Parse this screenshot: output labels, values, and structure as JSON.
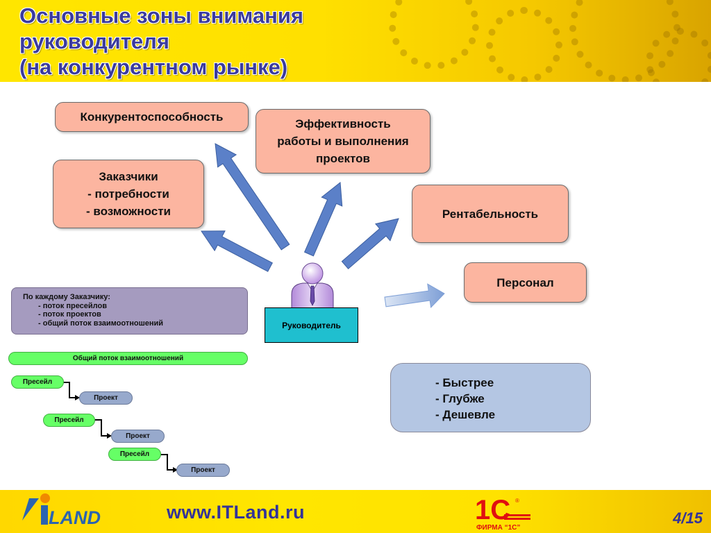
{
  "title": {
    "line1": "Основные зоны внимания",
    "line2": "руководителя",
    "line3": "(на конкурентном рынке)"
  },
  "zones": {
    "competitiveness": "Конкурентоспособность",
    "efficiency": {
      "line1": "Эффективность",
      "line2": "работы и выполнения",
      "line3": "проектов"
    },
    "customers": {
      "line1": "Заказчики",
      "line2": "- потребности",
      "line3": "- возможности"
    },
    "profitability": "Рентабельность",
    "personnel": "Персонал"
  },
  "manager_label": "Руководитель",
  "per_customer": {
    "heading": "По каждому Заказчику:",
    "items": [
      "- поток пресейлов",
      "- поток проектов",
      "- общий поток взаимоотношений"
    ]
  },
  "flow": {
    "header": "Общий поток взаимоотношений",
    "steps": [
      {
        "presale": "Пресейл",
        "project": "Проект"
      },
      {
        "presale": "Пресейл",
        "project": "Проект"
      },
      {
        "presale": "Пресейл",
        "project": "Проект"
      }
    ]
  },
  "goals": [
    "- Быстрее",
    "- Глубже",
    "- Дешевле"
  ],
  "footer": {
    "logo_text": "ITLAND",
    "url": "www.ITLand.ru",
    "firm_logo": "1С",
    "firm_name": "ФИРМА “1С”",
    "registered": "®",
    "page": "4/15"
  },
  "colors": {
    "title": "#3a3a9e",
    "arrow": "#5b80c8",
    "pink_box": "#fcb5a0",
    "manager_box": "#1fbfcf",
    "green_pill": "#66ff66",
    "gray_pill": "#97a9cc",
    "goals_box": "#b4c6e3"
  }
}
